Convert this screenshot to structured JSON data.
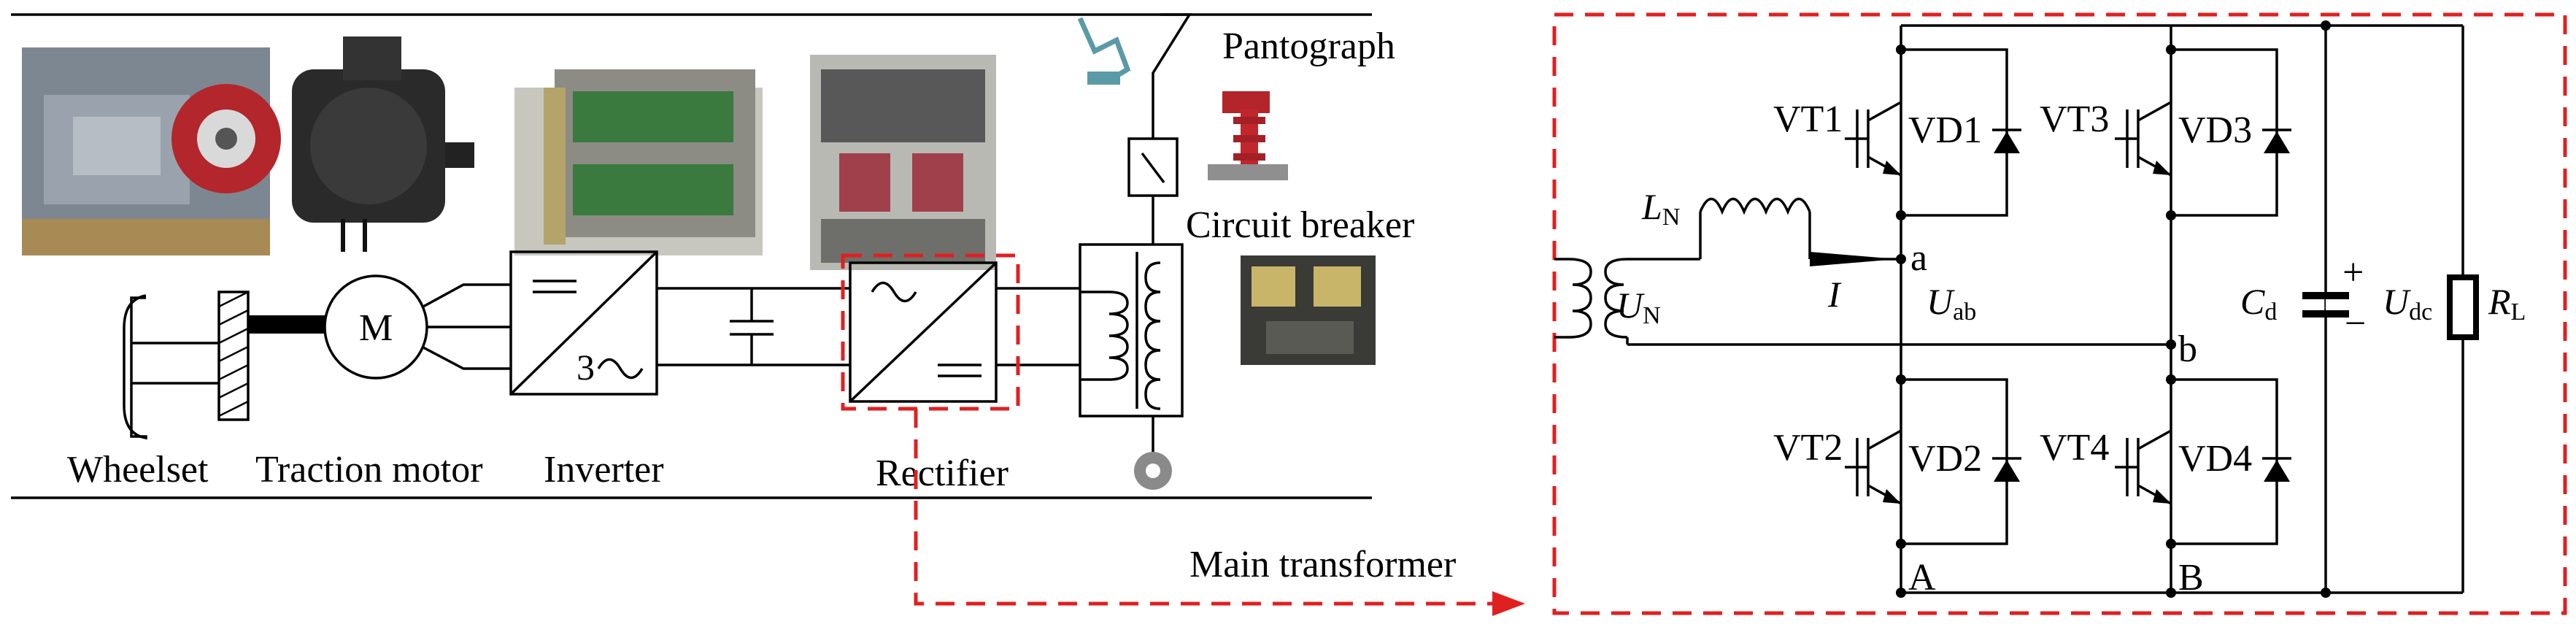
{
  "labels": {
    "pantograph": "Pantograph",
    "circuit_breaker": "Circuit breaker",
    "wheelset": "Wheelset",
    "traction_motor": "Traction motor",
    "inverter": "Inverter",
    "rectifier": "Rectifier",
    "main_transformer": "Main transformer",
    "motor_symbol": "M",
    "inverter_phase": "3"
  },
  "circuit": {
    "vt1": "VT1",
    "vd1": "VD1",
    "vt2": "VT2",
    "vd2": "VD2",
    "vt3": "VT3",
    "vd3": "VD3",
    "vt4": "VT4",
    "vd4": "VD4",
    "inductor_main": "L",
    "inductor_sub": "N",
    "source_main": "U",
    "source_sub": "N",
    "current": "I",
    "uab_main": "U",
    "uab_sub": "ab",
    "node_a": "a",
    "node_b": "b",
    "node_A": "A",
    "node_B": "B",
    "cap_main": "C",
    "cap_sub": "d",
    "udc_main": "U",
    "udc_sub": "dc",
    "load_main": "R",
    "load_sub": "L",
    "plus": "+",
    "minus": "−"
  },
  "colors": {
    "highlight": "#e02020",
    "wire": "#000000"
  }
}
